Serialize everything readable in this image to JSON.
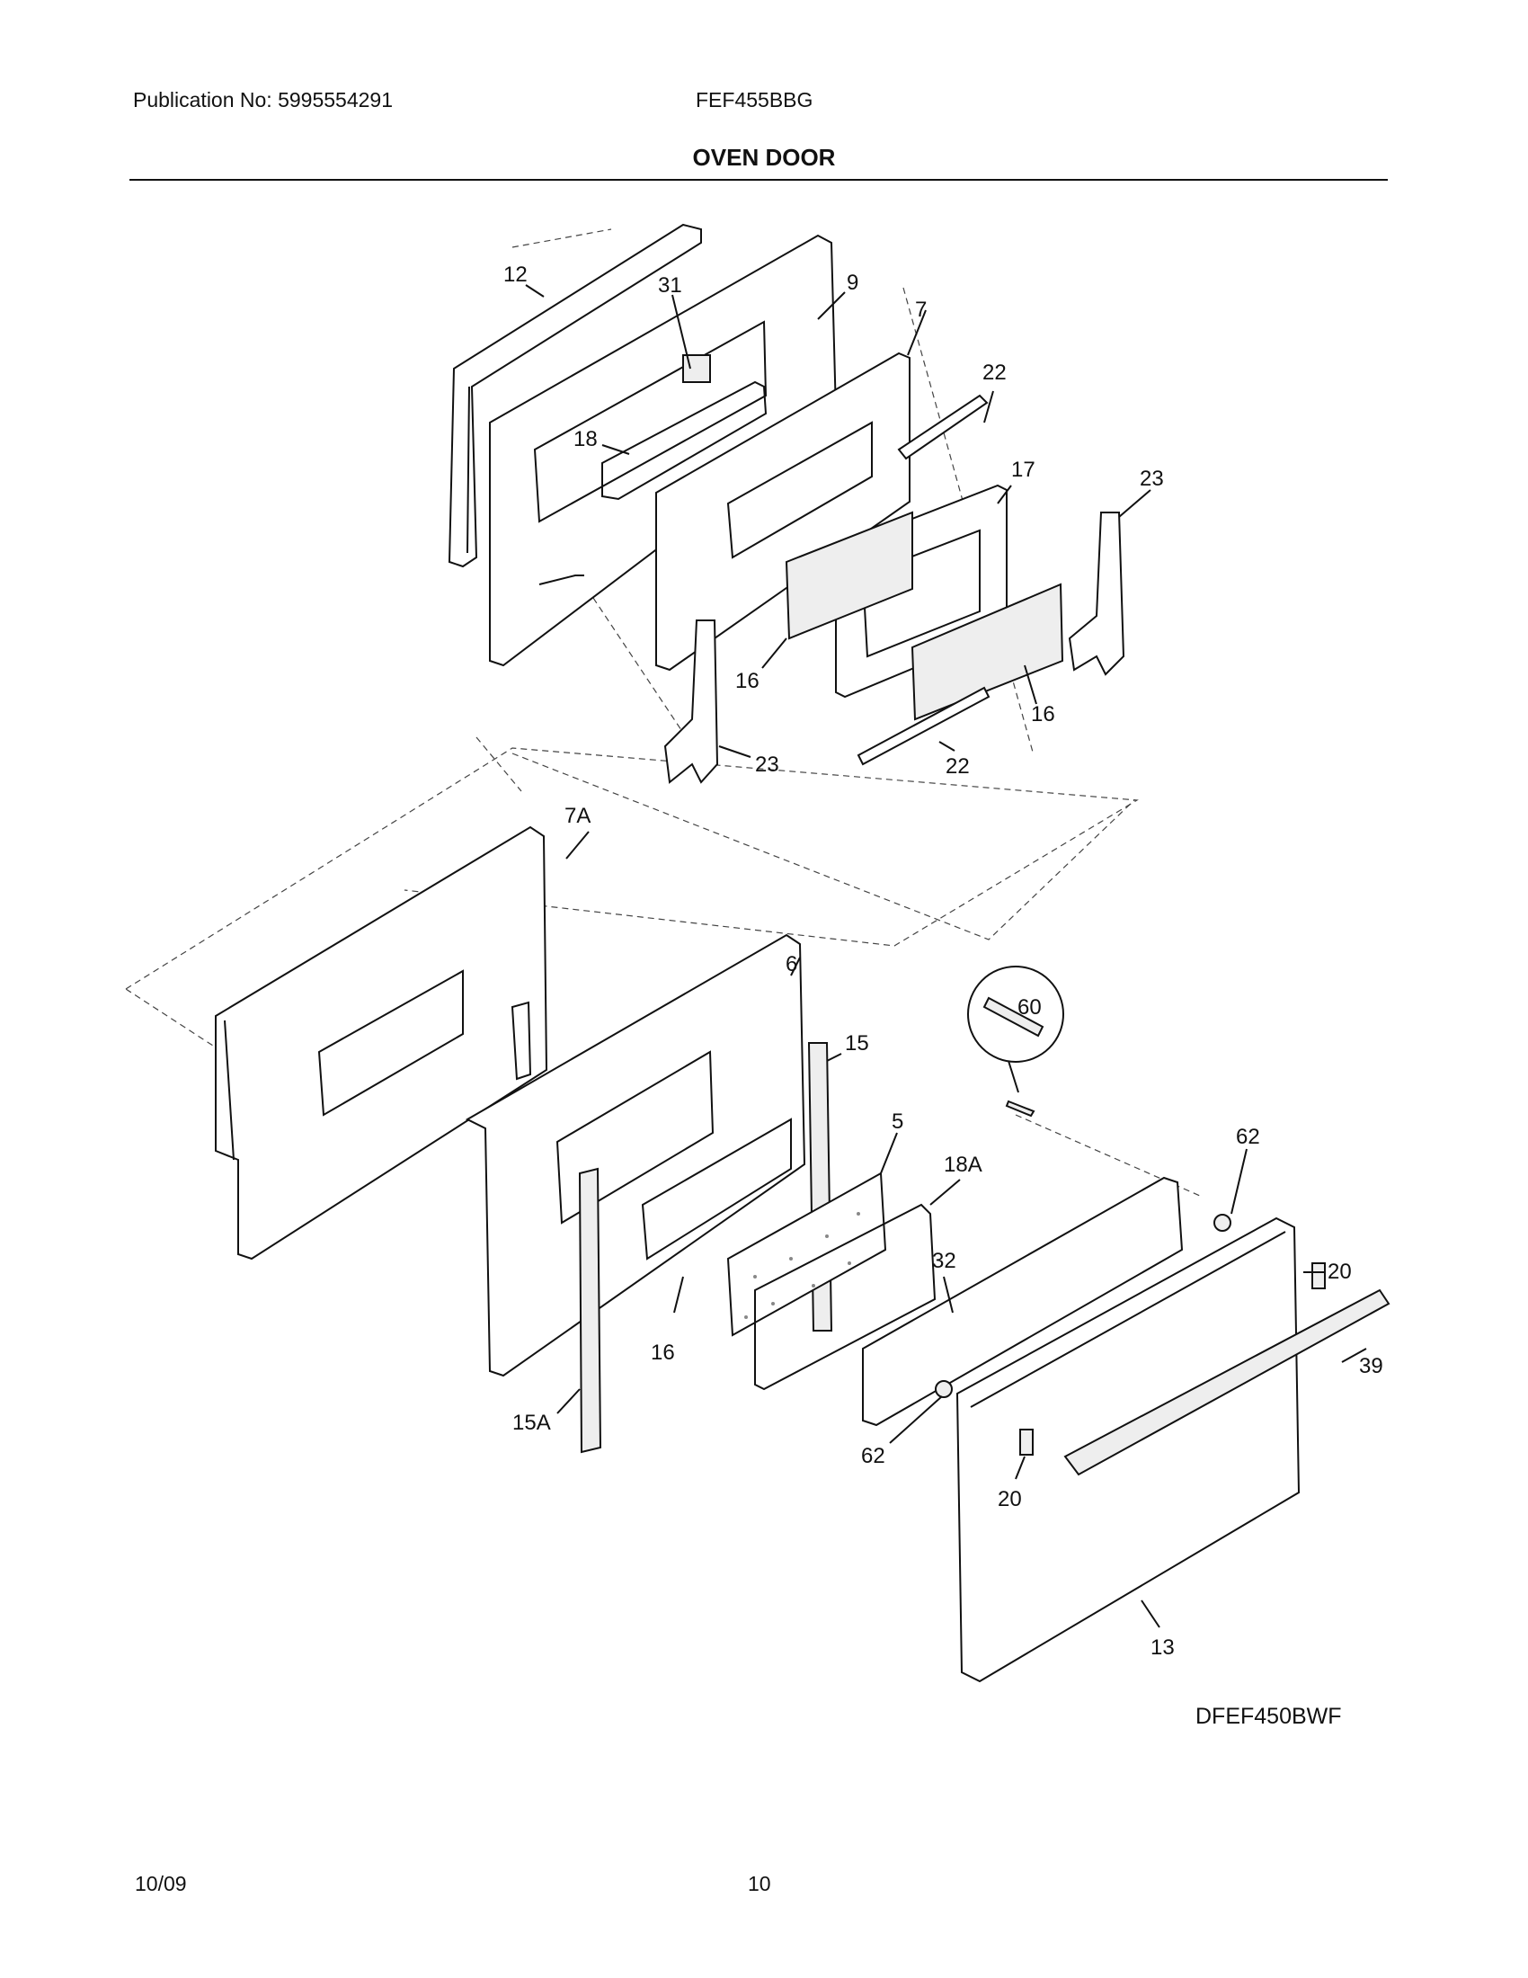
{
  "header": {
    "publication": "Publication No: 5995554291",
    "model": "FEF455BBG",
    "title": "OVEN DOOR"
  },
  "diagram": {
    "callouts": [
      "12",
      "31",
      "9",
      "7",
      "22",
      "18",
      "17",
      "23",
      "16",
      "16",
      "23",
      "22",
      "7A",
      "6",
      "60",
      "15",
      "5",
      "18A",
      "62",
      "20",
      "32",
      "39",
      "16",
      "15A",
      "62",
      "20",
      "13"
    ],
    "drawing_code": "DFEF450BWF"
  },
  "footer": {
    "date": "10/09",
    "page": "10"
  }
}
